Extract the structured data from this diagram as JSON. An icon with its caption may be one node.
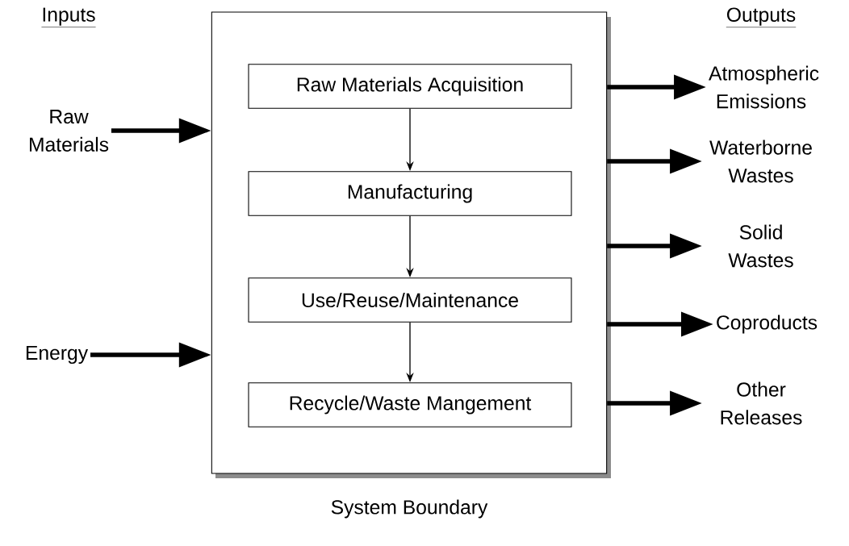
{
  "diagram": {
    "nodes": [
      {
        "text": [
          "System Boundary"
        ]
      },
      {
        "text": [
          "Raw Materials Acquisition"
        ],
        "in": 0
      },
      {
        "text": [
          "Manufacturing"
        ],
        "in": 0
      },
      {
        "text": [
          "Use/Reuse/Maintenance"
        ],
        "in": 0
      },
      {
        "text": [
          "Recycle/Waste Mangement"
        ],
        "in": 0
      },
      {
        "text": [
          "Raw Materials"
        ]
      },
      {
        "text": [
          "Energy"
        ]
      },
      {
        "text": [
          "Atmospheric Emissions"
        ]
      },
      {
        "text": [
          "Waterborne Wastes"
        ]
      },
      {
        "text": [
          "Solid Wastes"
        ]
      },
      {
        "text": [
          "Coproducts"
        ]
      },
      {
        "text": [
          "Other Releases"
        ]
      }
    ],
    "edges": [
      {
        "from": 1,
        "to": 2,
        "arrow": "to"
      },
      {
        "from": 2,
        "to": 3,
        "arrow": "to"
      },
      {
        "from": 3,
        "to": 4,
        "arrow": "to"
      },
      {
        "from": 5,
        "to": 0,
        "arrow": "to"
      },
      {
        "from": 6,
        "to": 0,
        "arrow": "to"
      },
      {
        "from": 0,
        "to": 7,
        "arrow": "to"
      },
      {
        "from": 0,
        "to": 8,
        "arrow": "to"
      },
      {
        "from": 0,
        "to": 9,
        "arrow": "to"
      },
      {
        "from": 0,
        "to": 10,
        "arrow": "to"
      },
      {
        "from": 0,
        "to": 11,
        "arrow": "to"
      }
    ],
    "labels": [
      "Inputs",
      "Outputs"
    ]
  }
}
